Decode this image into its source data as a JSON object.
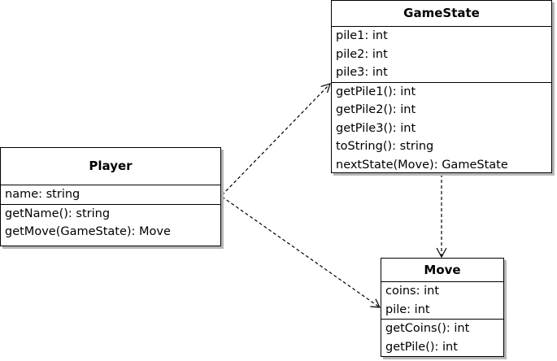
{
  "classes": {
    "player": {
      "name": "Player",
      "attributes": [
        "name: string"
      ],
      "methods": [
        "getName(): string",
        "getMove(GameState): Move"
      ]
    },
    "gamestate": {
      "name": "GameState",
      "attributes": [
        "pile1: int",
        "pile2: int",
        "pile3: int"
      ],
      "methods": [
        "getPile1(): int",
        "getPile2(): int",
        "getPile3(): int",
        "toString(): string",
        "nextState(Move): GameState"
      ]
    },
    "move": {
      "name": "Move",
      "attributes": [
        "coins: int",
        "pile: int"
      ],
      "methods": [
        "getCoins(): int",
        "getPile(): int"
      ]
    }
  },
  "relationships": [
    {
      "from": "player",
      "to": "gamestate",
      "type": "dependency"
    },
    {
      "from": "player",
      "to": "move",
      "type": "dependency"
    },
    {
      "from": "gamestate",
      "to": "move",
      "type": "dependency"
    }
  ]
}
